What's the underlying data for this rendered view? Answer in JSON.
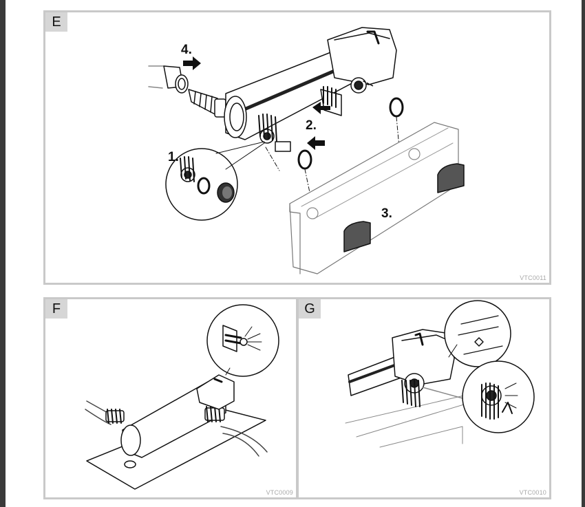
{
  "panels": {
    "e": {
      "tag": "E",
      "code": "VTC0011"
    },
    "f": {
      "tag": "F",
      "code": "VTC0009"
    },
    "g": {
      "tag": "G",
      "code": "VTC0010"
    }
  },
  "steps": {
    "s1": "1.",
    "s2": "2.",
    "s3": "3.",
    "s4": "4."
  }
}
